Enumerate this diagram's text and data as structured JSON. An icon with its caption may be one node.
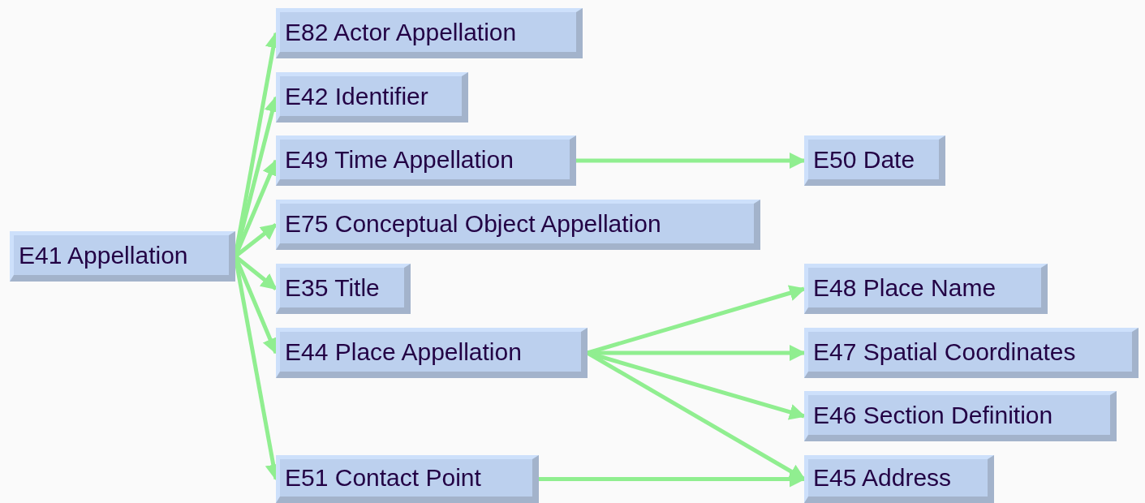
{
  "diagram": {
    "nodes": [
      {
        "text": [
          "E41 Appellation"
        ]
      },
      {
        "text": [
          "E82 Actor Appellation"
        ]
      },
      {
        "text": [
          "E42 Identifier"
        ]
      },
      {
        "text": [
          "E49 Time Appellation"
        ]
      },
      {
        "text": [
          "E75 Conceptual Object Appellation"
        ]
      },
      {
        "text": [
          "E35 Title"
        ]
      },
      {
        "text": [
          "E44 Place Appellation"
        ]
      },
      {
        "text": [
          "E51 Contact Point"
        ]
      },
      {
        "text": [
          "E50 Date"
        ]
      },
      {
        "text": [
          "E48 Place Name"
        ]
      },
      {
        "text": [
          "E47 Spatial Coordinates"
        ]
      },
      {
        "text": [
          "E46 Section Definition"
        ]
      },
      {
        "text": [
          "E45 Address"
        ]
      }
    ],
    "edges": [
      {
        "from": 0,
        "to": 1,
        "arrow": "to"
      },
      {
        "from": 0,
        "to": 2,
        "arrow": "to"
      },
      {
        "from": 0,
        "to": 3,
        "arrow": "to"
      },
      {
        "from": 0,
        "to": 4,
        "arrow": "to"
      },
      {
        "from": 0,
        "to": 5,
        "arrow": "to"
      },
      {
        "from": 0,
        "to": 6,
        "arrow": "to"
      },
      {
        "from": 0,
        "to": 7,
        "arrow": "to"
      },
      {
        "from": 3,
        "to": 8,
        "arrow": "to"
      },
      {
        "from": 6,
        "to": 9,
        "arrow": "to"
      },
      {
        "from": 6,
        "to": 10,
        "arrow": "to"
      },
      {
        "from": 6,
        "to": 11,
        "arrow": "to"
      },
      {
        "from": 6,
        "to": 12,
        "arrow": "to"
      },
      {
        "from": 7,
        "to": 12,
        "arrow": "to"
      }
    ]
  }
}
